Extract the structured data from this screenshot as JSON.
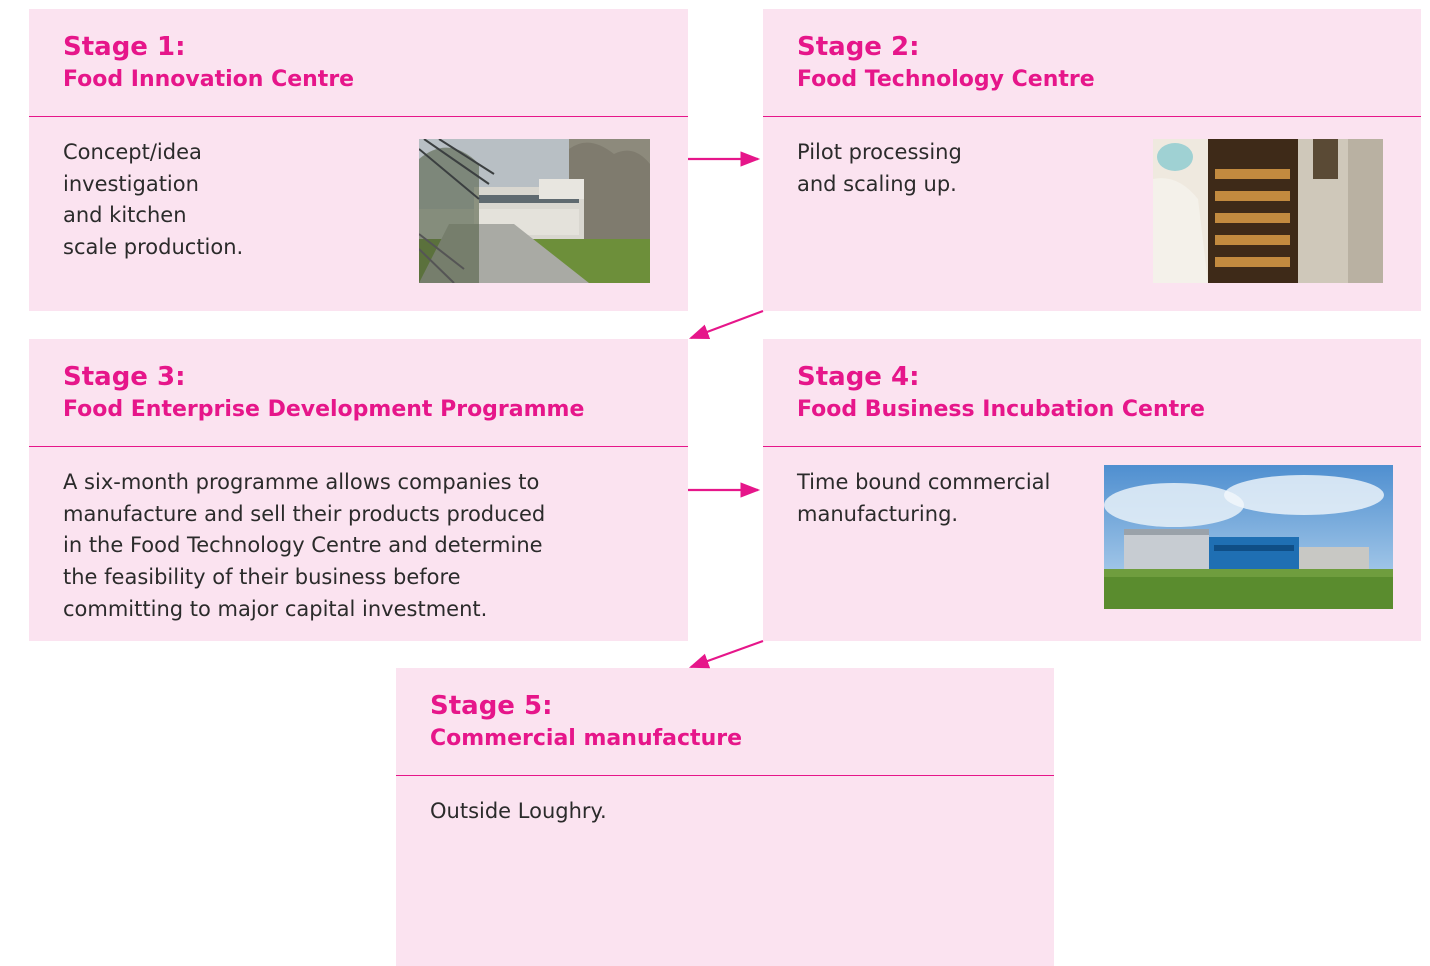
{
  "accent_color": "#e6168a",
  "card_color": "#fbe3f0",
  "stages": [
    {
      "label": "Stage 1:",
      "name": "Food Innovation Centre",
      "description_lines": [
        "Concept/idea",
        "investigation",
        "and kitchen",
        "scale production."
      ],
      "photo": "building-with-walkway-photo"
    },
    {
      "label": "Stage 2:",
      "name": "Food Technology Centre",
      "description_lines": [
        "Pilot processing",
        "and scaling up."
      ],
      "photo": "pilot-oven-worker-photo"
    },
    {
      "label": "Stage 3:",
      "name": "Food Enterprise Development Programme",
      "description_lines": [
        "A six-month programme allows companies to",
        "manufacture and sell their products produced",
        "in the Food Technology Centre and determine",
        "the feasibility of their business before",
        "committing to major capital investment."
      ]
    },
    {
      "label": "Stage 4:",
      "name": "Food Business Incubation Centre",
      "description_lines": [
        "Time bound commercial",
        "manufacturing."
      ],
      "photo": "incubation-building-photo"
    },
    {
      "label": "Stage 5:",
      "name": "Commercial manufacture",
      "description_lines": [
        "Outside Loughry."
      ]
    }
  ]
}
